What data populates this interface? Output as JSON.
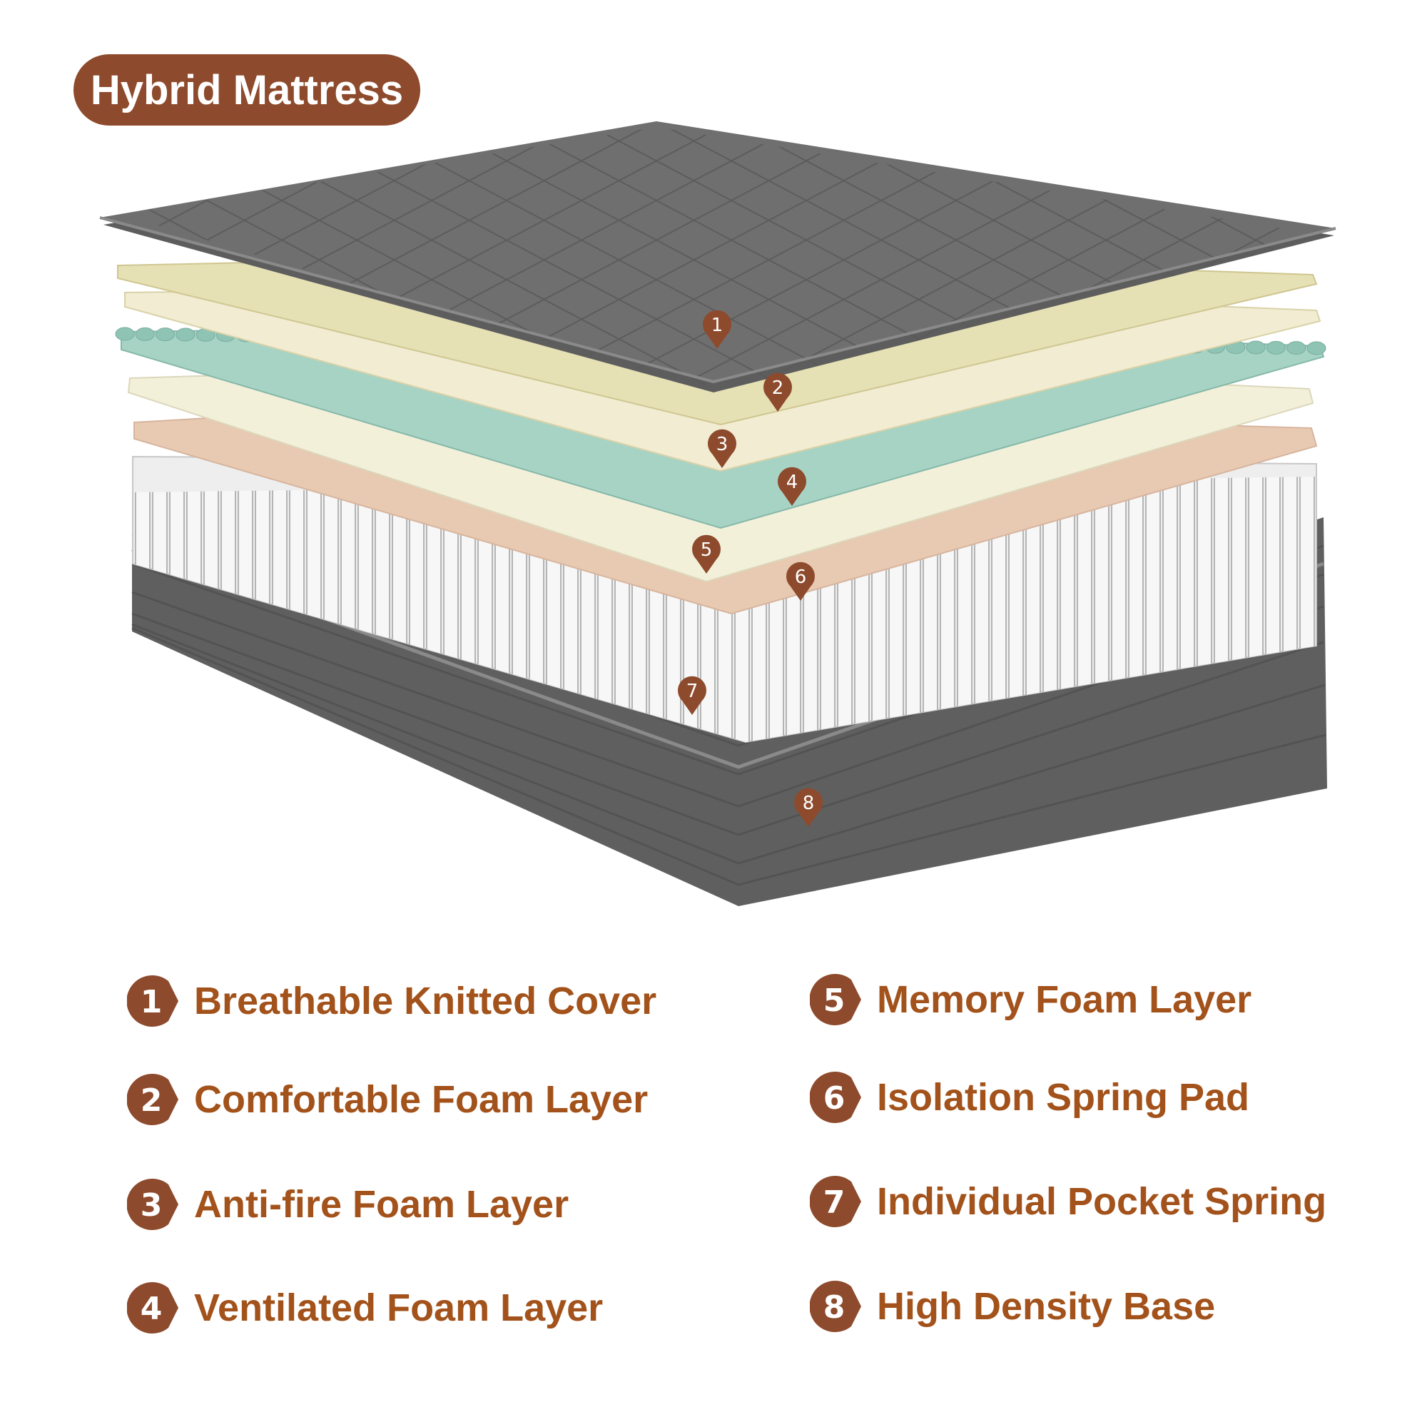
{
  "title": "Hybrid Mattress",
  "colors": {
    "brand": "#8e4a2c",
    "label_text": "#a2521a",
    "cover": "#6f6f6f",
    "base": "#5f5f5f",
    "comfort_foam": "#e6e0b5",
    "anti_fire_foam": "#f1ecd2",
    "ventilated_foam": "#a7d3c5",
    "memory_foam": "#f3f0da",
    "isolation_pad": "#e8c9b2",
    "springs": "#eeeeee"
  },
  "layers": [
    {
      "number": "1",
      "label": "Breathable Knitted Cover"
    },
    {
      "number": "2",
      "label": "Comfortable Foam Layer"
    },
    {
      "number": "3",
      "label": "Anti-fire Foam Layer"
    },
    {
      "number": "4",
      "label": "Ventilated Foam Layer"
    },
    {
      "number": "5",
      "label": "Memory Foam Layer"
    },
    {
      "number": "6",
      "label": "Isolation Spring Pad"
    },
    {
      "number": "7",
      "label": "Individual Pocket Spring"
    },
    {
      "number": "8",
      "label": "High Density Base"
    }
  ]
}
